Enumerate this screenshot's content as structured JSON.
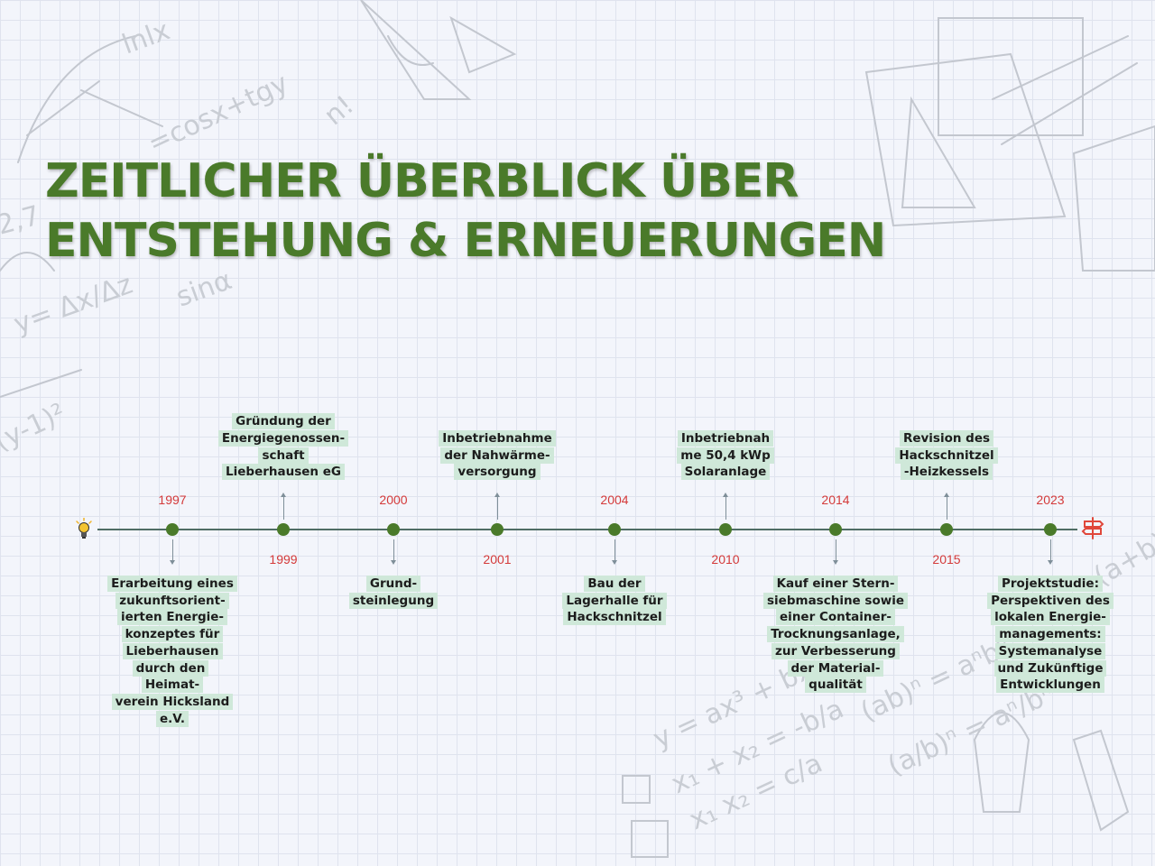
{
  "title": {
    "line1": "ZEITLICHER ÜBERBLICK ÜBER",
    "line2": "ENTSTEHUNG & ERNEUERUNGEN"
  },
  "colors": {
    "title": "#4a7a2a",
    "dot": "#4a7a2a",
    "year": "#d43a3a",
    "label_bg": "#cfe8d9",
    "axis": "#4f6d64"
  },
  "icons": {
    "start": "lightbulb-icon",
    "end": "signpost-icon"
  },
  "timeline": {
    "events": [
      {
        "year": "1997",
        "lines": [
          "Erarbeitung eines",
          "zukunftsorient-",
          "ierten Energie-",
          "konzeptes für",
          "Lieberhausen",
          "durch den Heimat-",
          "verein Hicksland",
          "e.V."
        ]
      },
      {
        "year": "1999",
        "lines": [
          "Gründung der",
          "Energiegenossen-",
          "schaft",
          "Lieberhausen eG"
        ]
      },
      {
        "year": "2000",
        "lines": [
          "Grund-",
          "steinlegung"
        ]
      },
      {
        "year": "2001",
        "lines": [
          "Inbetriebnahme",
          "der Nahwärme-",
          "versorgung"
        ]
      },
      {
        "year": "2004",
        "lines": [
          "Bau der",
          "Lagerhalle für",
          "Hackschnitzel"
        ]
      },
      {
        "year": "2010",
        "lines": [
          "Inbetriebnah",
          "me 50,4 kWp",
          "Solaranlage"
        ]
      },
      {
        "year": "2014",
        "lines": [
          "Kauf einer Stern-",
          "siebmaschine sowie",
          "einer Container-",
          "Trocknungsanlage,",
          "zur Verbesserung",
          "der Material-",
          "qualität"
        ]
      },
      {
        "year": "2015",
        "lines": [
          "Revision des",
          "Hackschnitzel",
          "-Heizkessels"
        ]
      },
      {
        "year": "2023",
        "lines": [
          "Projektstudie:",
          "Perspektiven des",
          "lokalen Energie-",
          "managements:",
          "Systemanalyse",
          "und Zukünftige",
          "Entwicklungen"
        ]
      }
    ]
  }
}
